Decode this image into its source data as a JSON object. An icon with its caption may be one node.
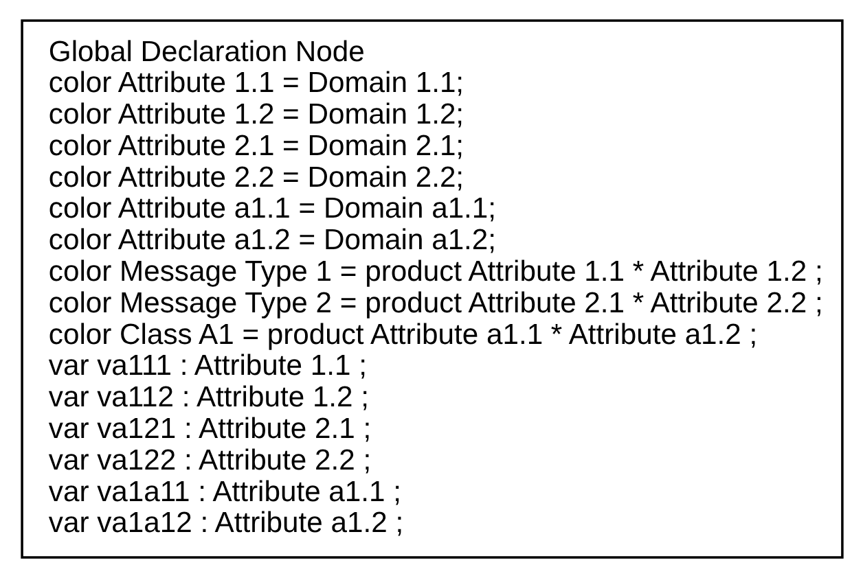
{
  "diagram": {
    "nodes": [
      {
        "text": [
          "Global Declaration Node",
          "color Attribute 1.1 = Domain 1.1;",
          "color Attribute 1.2 = Domain 1.2;",
          "color Attribute 2.1 = Domain 2.1;",
          "color Attribute 2.2 = Domain 2.2;",
          "color Attribute a1.1 = Domain a1.1;",
          "color Attribute a1.2 = Domain a1.2;",
          "color Message Type 1 = product Attribute 1.1 * Attribute 1.2 ;",
          "color Message Type 2 = product Attribute 2.1 * Attribute 2.2 ;",
          "color Class A1 = product Attribute a1.1 * Attribute a1.2 ;",
          "var va111 : Attribute 1.1 ;",
          "var va112 : Attribute 1.2 ;",
          "var va121 : Attribute 2.1 ;",
          "var va122 : Attribute 2.2 ;",
          "var va1a11 : Attribute a1.1 ;",
          "var va1a12 : Attribute a1.2 ;"
        ]
      }
    ]
  }
}
